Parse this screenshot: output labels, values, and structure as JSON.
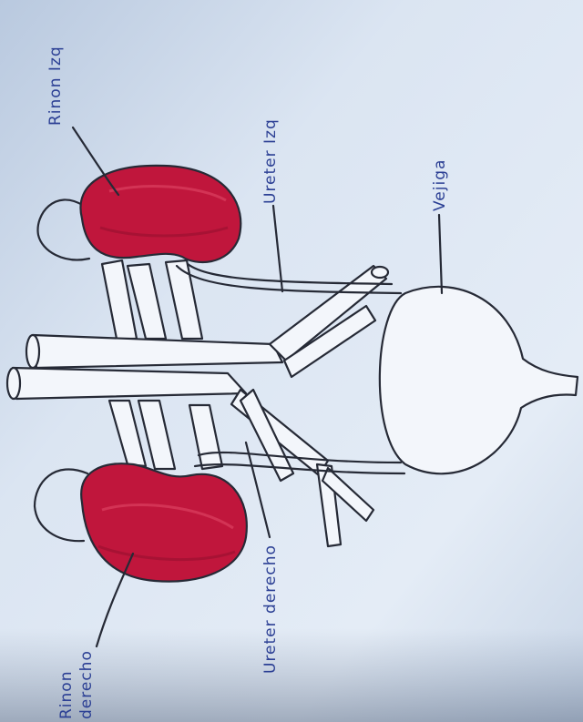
{
  "labels": {
    "kidney_left": "Rinon Izq",
    "ureter_left": "Ureter Izq",
    "bladder": "Vejiga",
    "ureter_right": "Ureter derecho",
    "kidney_right_line1": "Rinon",
    "kidney_right_line2": "derecho"
  },
  "colors": {
    "kidney": "#c0163c",
    "ink": "#262a36",
    "label_ink": "#2b3f94",
    "paper": "#dfe8f4"
  }
}
